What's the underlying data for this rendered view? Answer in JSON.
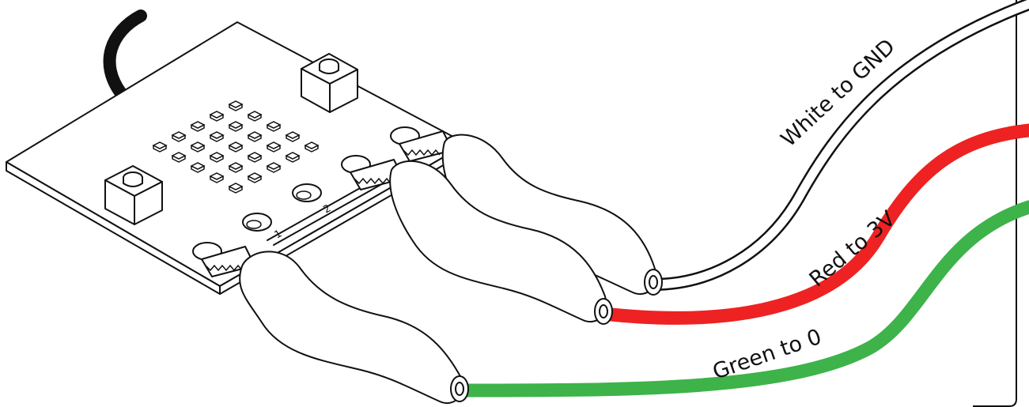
{
  "labels": {
    "white_wire": "White to GND",
    "red_wire": "Red to 3V",
    "green_wire": "Green to 0"
  },
  "pins": {
    "pin1": "1",
    "pin2": "2"
  },
  "colors": {
    "red_wire": "#ee2222",
    "green_wire": "#3db34a",
    "white_wire": "#ffffff",
    "outline": "#111111",
    "usb_cable": "#111111"
  }
}
